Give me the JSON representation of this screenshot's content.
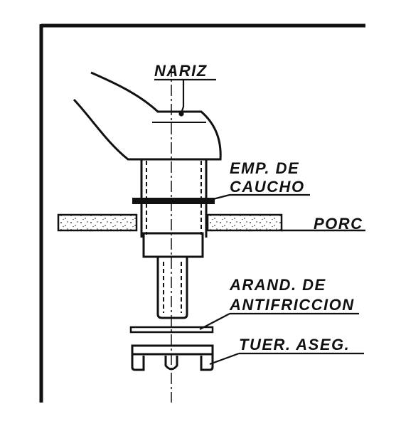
{
  "labels": {
    "nariz": "NARIZ",
    "emp_line1": "EMP. DE",
    "emp_line2": "CAUCHO",
    "porc": "PORC",
    "arand_line1": "ARAND. DE",
    "arand_line2": "ANTIFRICCION",
    "tuer": "TUER. ASEG."
  },
  "colors": {
    "ink": "#111111",
    "paper": "#ffffff"
  }
}
